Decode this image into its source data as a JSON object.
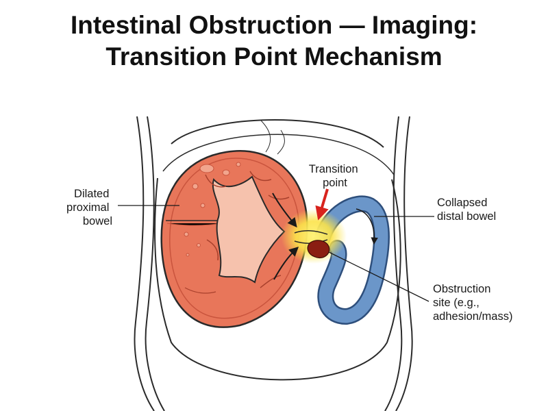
{
  "title": {
    "line1": "Intestinal Obstruction — Imaging:",
    "line2": "Transition Point Mechanism"
  },
  "labels": {
    "dilated": [
      "Dilated",
      "proximal",
      "bowel"
    ],
    "transition": [
      "Transition",
      "point"
    ],
    "collapsed": [
      "Collapsed",
      "distal bowel"
    ],
    "obstruction": [
      "Obstruction",
      "site (e.g.,",
      "adhesion/mass)"
    ]
  },
  "colors": {
    "dilated_bowel": "#e8765a",
    "dilated_bowel_dark": "#c9543d",
    "lumen": "#f6c2ad",
    "collapsed_bowel": "#6b96c9",
    "collapsed_outline": "#2e4f7c",
    "transition_glow": "#fbe34a",
    "obstruction_mass": "#8a1e12",
    "transition_arrow": "#d8231d",
    "outline": "#2a2a2a"
  }
}
